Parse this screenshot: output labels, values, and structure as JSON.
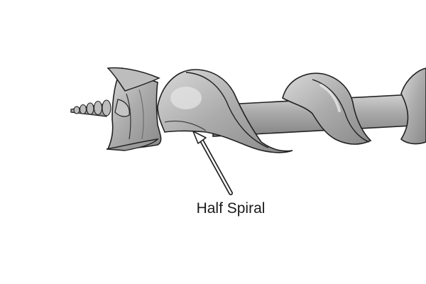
{
  "diagram": {
    "callout_label": "Half Spiral",
    "colors": {
      "body_fill": "#a8a8a8",
      "body_light": "#cccccc",
      "body_dark": "#7c7c7c",
      "outline": "#222222",
      "background": "#ffffff"
    },
    "icons": {
      "subject": "auger-drill-bit",
      "pointer": "callout-arrow"
    }
  }
}
